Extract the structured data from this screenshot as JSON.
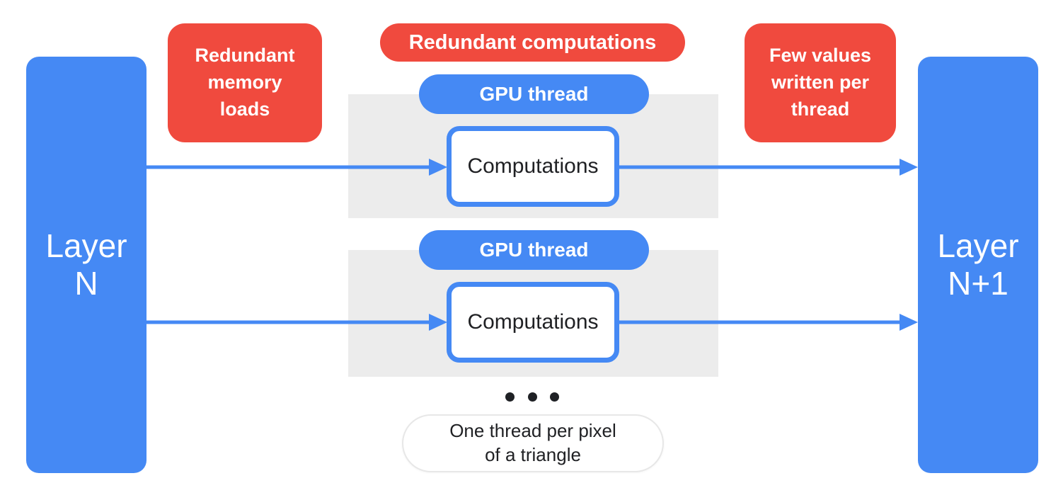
{
  "diagram": {
    "title_semantic": "gpu-per-pixel-computation-diagram",
    "layers": {
      "left": {
        "label": "Layer\nN"
      },
      "right": {
        "label": "Layer\nN+1"
      }
    },
    "annotations": {
      "memory_loads": "Redundant\nmemory\nloads",
      "redundant_computations": "Redundant computations",
      "few_values": "Few values\nwritten per\nthread"
    },
    "threads": [
      {
        "pill_label": "GPU thread",
        "box_label": "Computations"
      },
      {
        "pill_label": "GPU thread",
        "box_label": "Computations"
      }
    ],
    "footnote": "One thread per pixel\nof a triangle",
    "icons": {
      "ellipsis": "more-threads-ellipsis",
      "arrowhead": "right-arrow"
    },
    "colors": {
      "blue": "#4589F4",
      "red": "#F04A3E",
      "gray_band": "#ECECEC",
      "text_dark": "#202124",
      "background": "#FFFFFF"
    }
  }
}
